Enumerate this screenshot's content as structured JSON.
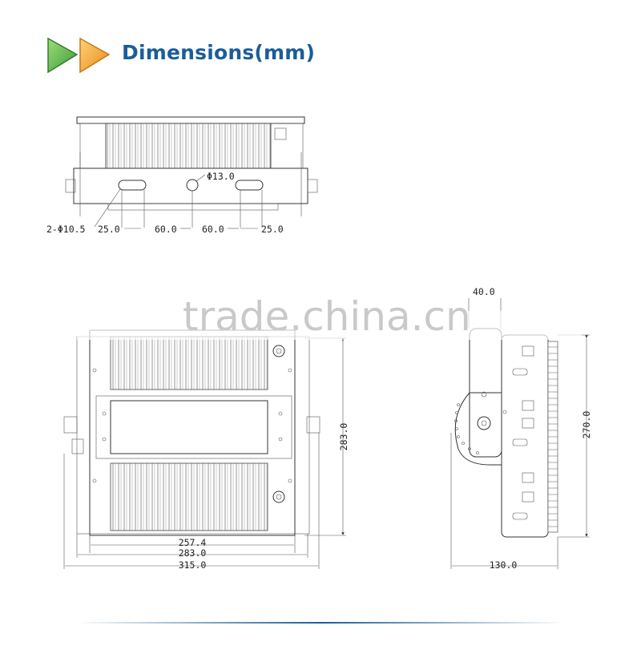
{
  "header": {
    "title": "Dimensions(mm)",
    "icon_colors": [
      "#5cb85c",
      "#f0a030"
    ]
  },
  "top_view": {
    "hole_diameter": "Φ13.0",
    "slot_label": "2-Φ10.5",
    "dims": [
      "25.0",
      "60.0",
      "60.0",
      "25.0"
    ]
  },
  "front_view": {
    "height": "283.0",
    "widths": [
      "257.4",
      "283.0",
      "315.0"
    ]
  },
  "side_view": {
    "top_offset": "40.0",
    "height": "270.0",
    "depth": "130.0"
  },
  "watermark": "trade.china.cn",
  "colors": {
    "title": "#1a5d9a",
    "line": "#333333",
    "footer_line": "#1a5d9a"
  }
}
